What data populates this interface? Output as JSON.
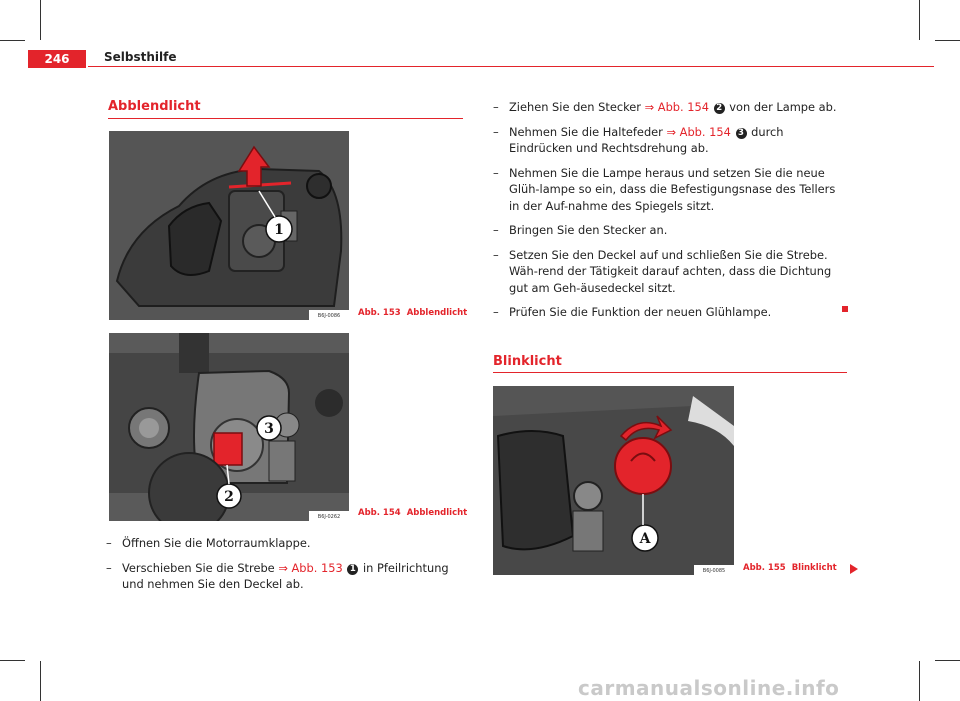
{
  "header": {
    "page_number": "246",
    "title": "Selbsthilfe"
  },
  "sections": {
    "low_beam": "Abblendlicht",
    "indicator": "Blinklicht"
  },
  "figures": {
    "fig153": {
      "code": "B6J-0086",
      "caption_num": "Abb. 153",
      "caption_text": "Abblendlicht",
      "marker": "1"
    },
    "fig154": {
      "code": "B6J-0262",
      "caption_num": "Abb. 154",
      "caption_text": "Abblendlicht",
      "marker_a": "3",
      "marker_b": "2"
    },
    "fig155": {
      "code": "B6J-0085",
      "caption_num": "Abb. 155",
      "caption_text": "Blinklicht",
      "marker": "A"
    }
  },
  "left_steps": {
    "s1": "Öffnen Sie die Motorraumklappe.",
    "s2_pre": "Verschieben Sie die Strebe ",
    "s2_ref": "⇒ Abb. 153",
    "s2_num": "1",
    "s2_post": " in Pfeilrichtung und nehmen Sie den Deckel ab."
  },
  "right_steps": {
    "s1_pre": "Ziehen Sie den Stecker ",
    "s1_ref": "⇒ Abb. 154",
    "s1_num": "2",
    "s1_post": " von der Lampe ab.",
    "s2_pre": "Nehmen Sie die Haltefeder ",
    "s2_ref": "⇒ Abb. 154",
    "s2_num": "3",
    "s2_post": " durch Eindrücken und Rechtsdrehung ab.",
    "s3": "Nehmen Sie die Lampe heraus und setzen Sie die neue Glüh-lampe so ein, dass die Befestigungsnase des Tellers in der Auf-nahme des Spiegels sitzt.",
    "s4": "Bringen Sie den Stecker an.",
    "s5": "Setzen Sie den Deckel auf und schließen Sie die Strebe. Wäh-rend der Tätigkeit darauf achten, dass die Dichtung gut am Geh-äusedeckel sitzt.",
    "s6": "Prüfen Sie die Funktion der neuen Glühlampe."
  },
  "watermark": "carmanualsonline.info",
  "colors": {
    "accent": "#e3242b",
    "text": "#222222"
  }
}
